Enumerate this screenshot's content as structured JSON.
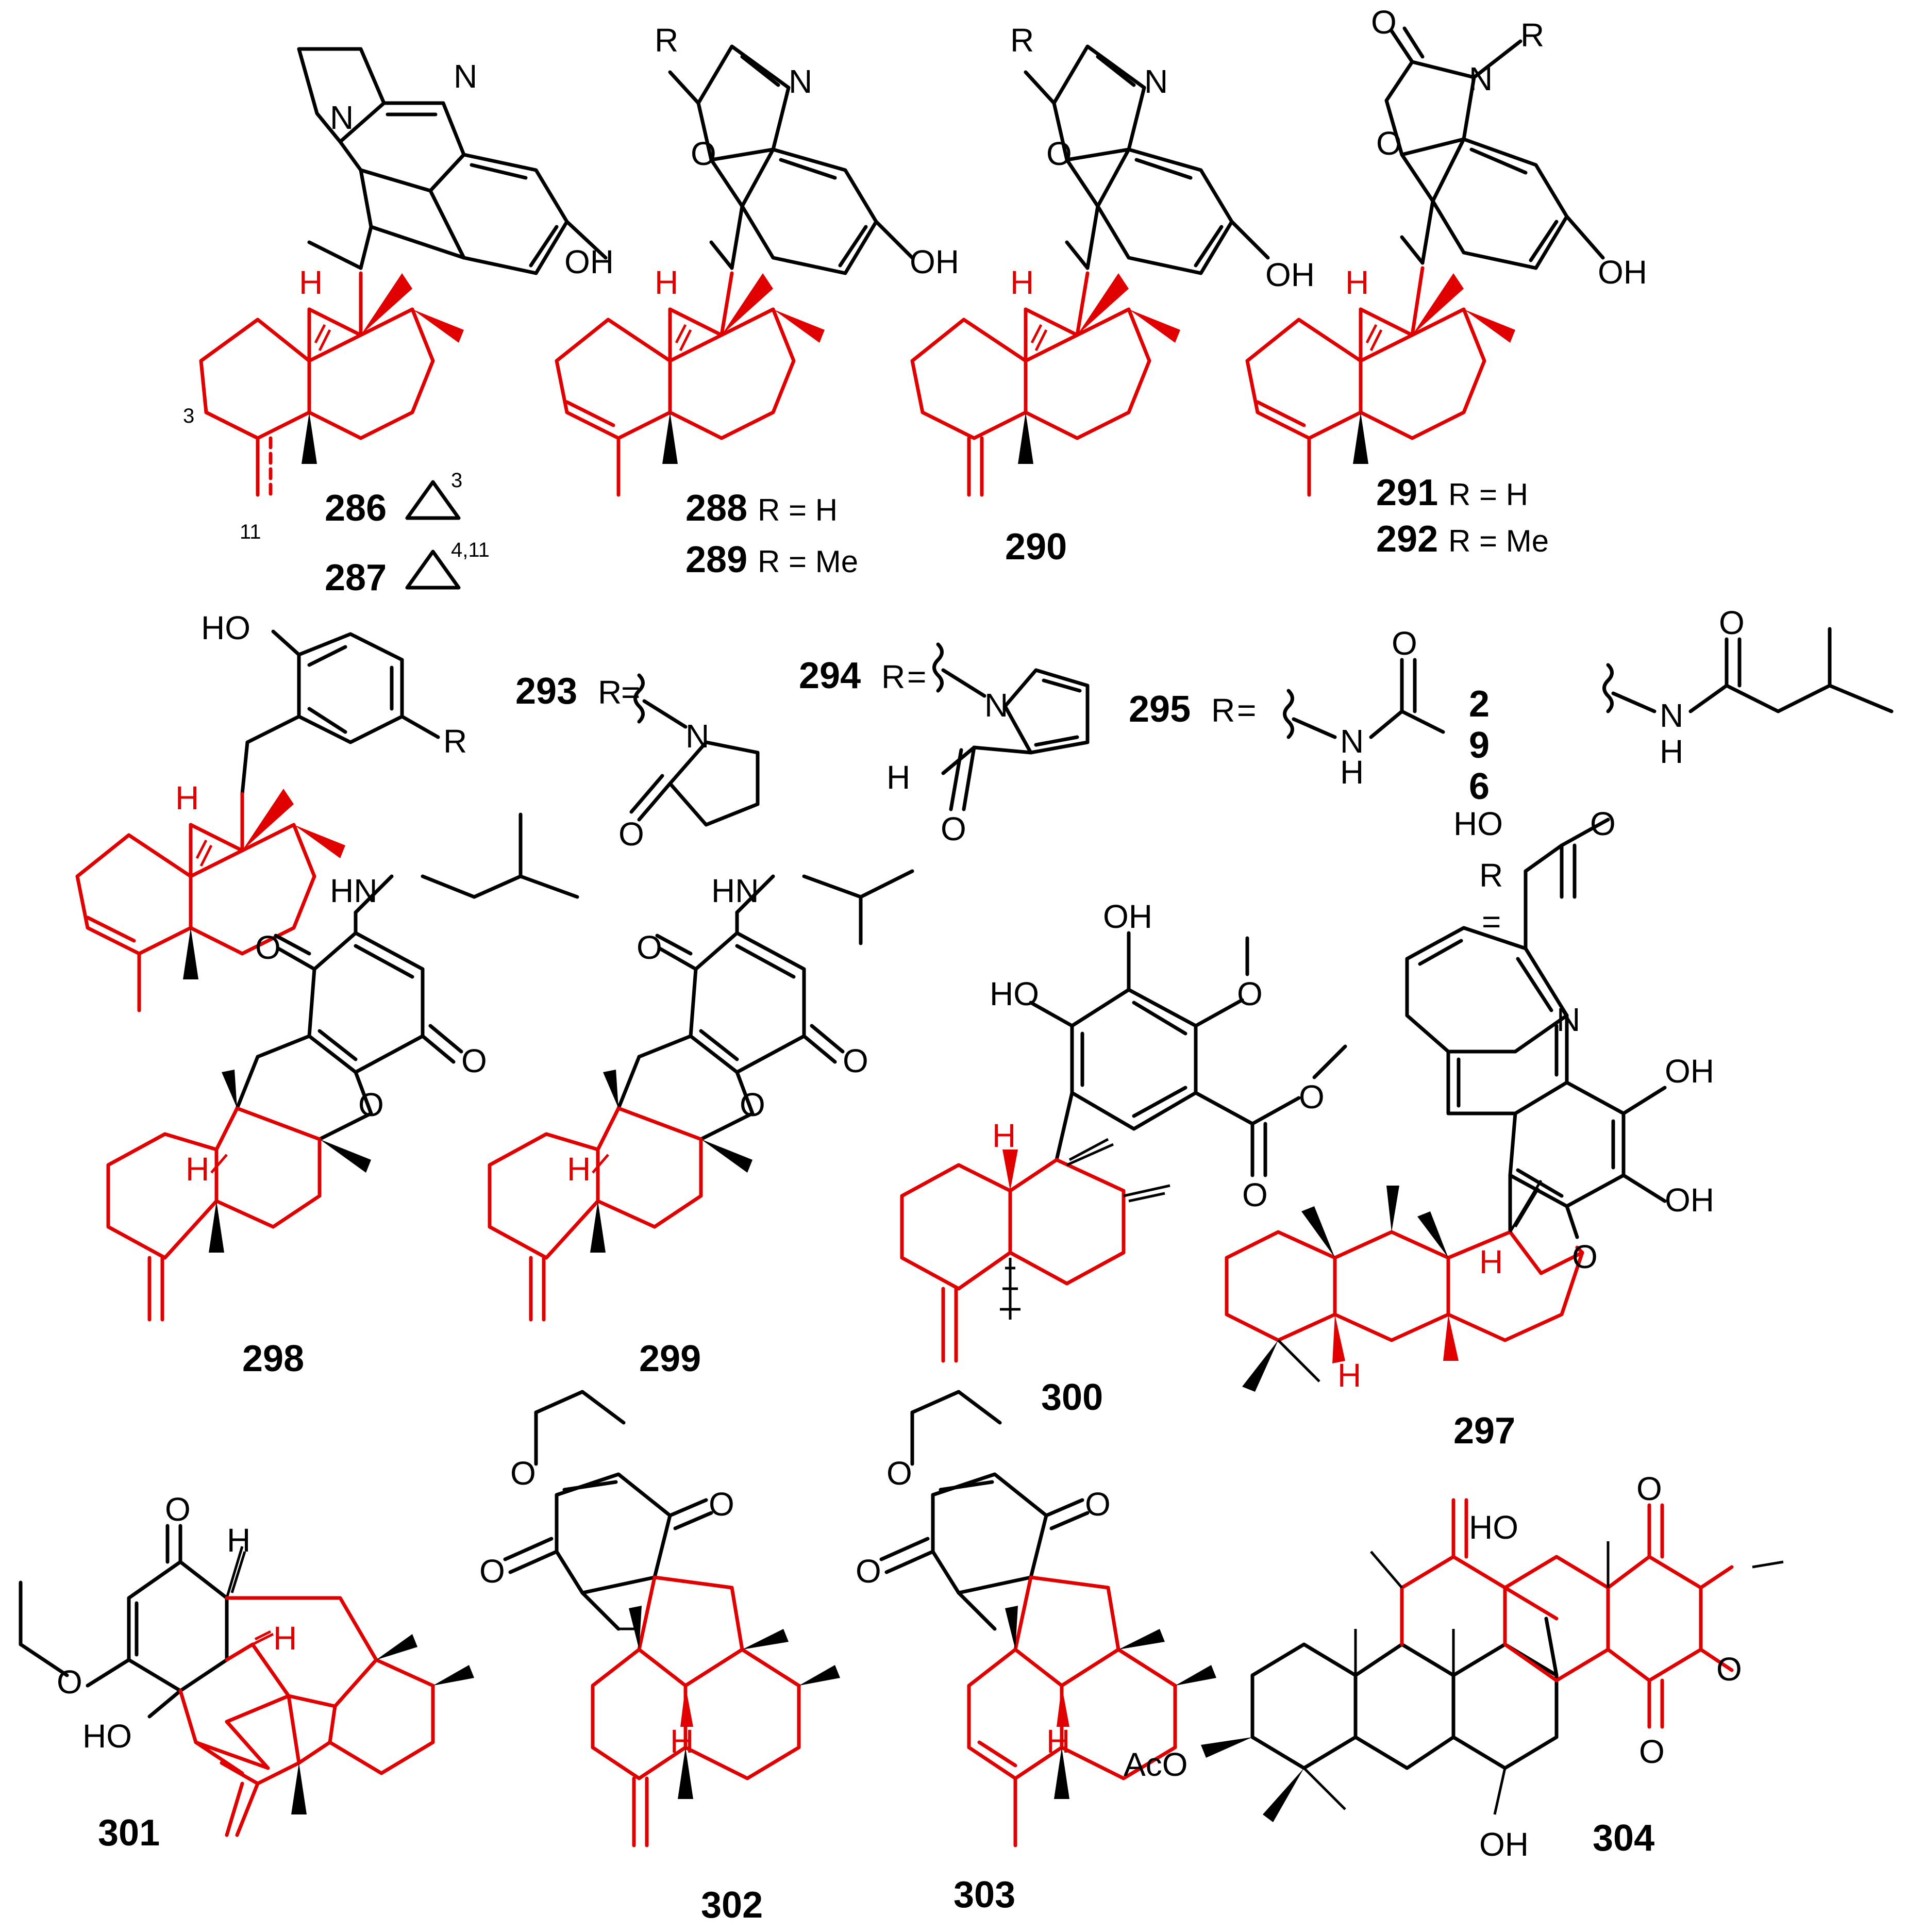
{
  "compounds": {
    "c286": "286",
    "c287": "287",
    "c288": "288",
    "c289": "289",
    "c290": "290",
    "c291": "291",
    "c292": "292",
    "c293": "293",
    "c294": "294",
    "c295": "295",
    "c297": "297",
    "c298": "298",
    "c299": "299",
    "c300": "300",
    "c301": "301",
    "c302": "302",
    "c303": "303",
    "c304": "304",
    "d2": "2",
    "d9": "9",
    "d6": "6"
  },
  "captions": {
    "r_h": "R = H",
    "r_me": "R = Me",
    "r_eq": "R =",
    "delta3_sup": "3",
    "delta411_sup": "4,11"
  },
  "atoms": {
    "H": "H",
    "N": "N",
    "O": "O",
    "R": "R",
    "OH": "OH",
    "HO": "HO",
    "HN": "HN",
    "AcO": "AcO",
    "eq": "=",
    "num3": "3",
    "num11": "11"
  }
}
